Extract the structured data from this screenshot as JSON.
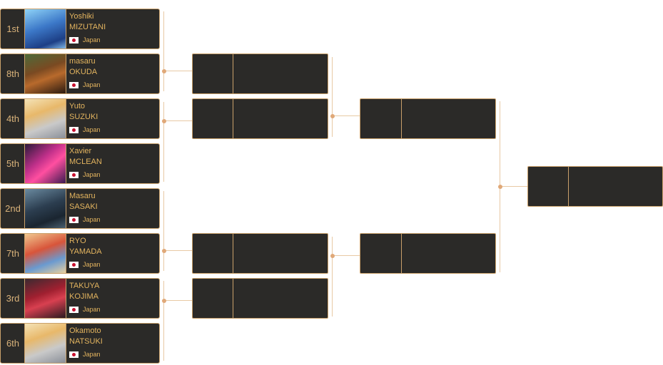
{
  "players": [
    {
      "seed": "1st",
      "first": "Yoshiki",
      "last": "MIZUTANI",
      "country": "Japan"
    },
    {
      "seed": "8th",
      "first": "masaru",
      "last": "OKUDA",
      "country": "Japan"
    },
    {
      "seed": "4th",
      "first": "Yuto",
      "last": "SUZUKI",
      "country": "Japan"
    },
    {
      "seed": "5th",
      "first": "Xavier",
      "last": "MCLEAN",
      "country": "Japan"
    },
    {
      "seed": "2nd",
      "first": "Masaru",
      "last": "SASAKI",
      "country": "Japan"
    },
    {
      "seed": "7th",
      "first": "RYO",
      "last": "YAMADA",
      "country": "Japan"
    },
    {
      "seed": "3rd",
      "first": "TAKUYA",
      "last": "KOJIMA",
      "country": "Japan"
    },
    {
      "seed": "6th",
      "first": "Okamoto",
      "last": "NATSUKI",
      "country": "Japan"
    }
  ],
  "colors": {
    "card_bg": "#2b2a28",
    "card_border": "#c9a06a",
    "name_text": "#e3b45f",
    "connector": "#e8c9a4",
    "flag_red": "#c8102e"
  },
  "icons": {
    "flag": "japan-flag-icon"
  }
}
